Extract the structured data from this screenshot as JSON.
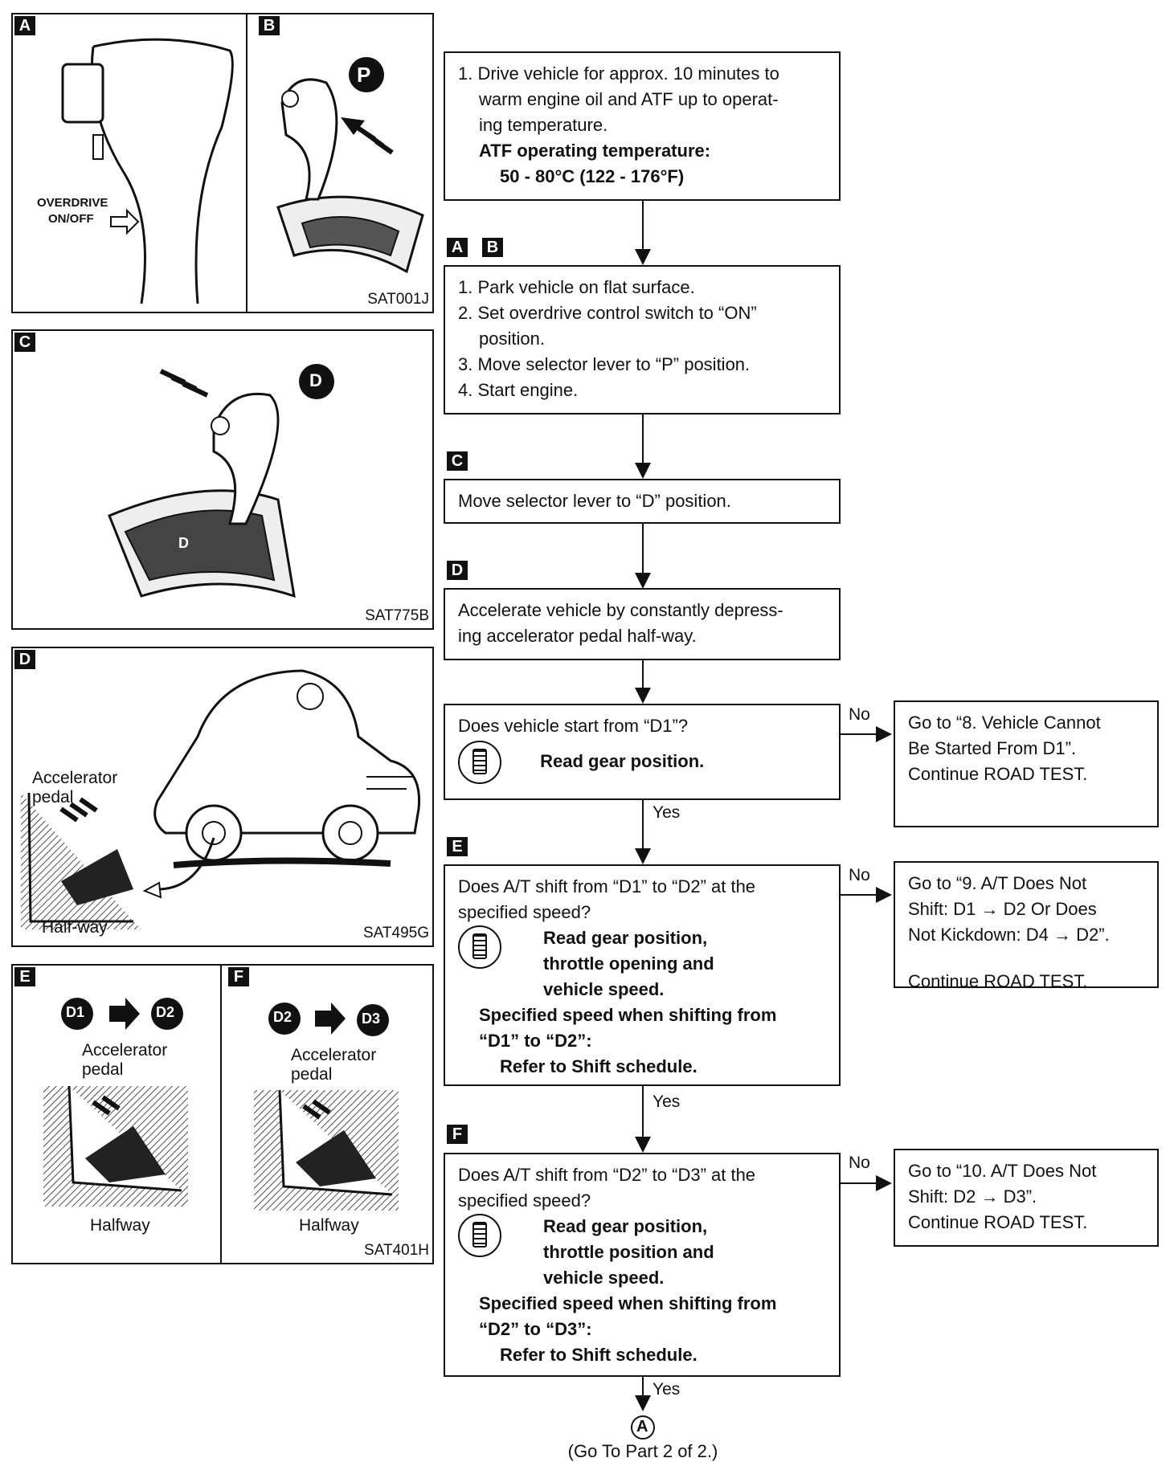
{
  "figures": {
    "fig_ab": {
      "tag_a": "A",
      "tag_b": "B",
      "overdrive_label_1": "OVERDRIVE",
      "overdrive_label_2": "ON/OFF",
      "p_badge": "P",
      "code": "SAT001J"
    },
    "fig_c": {
      "tag": "C",
      "d_badge": "D",
      "d_letter": "D",
      "code": "SAT775B"
    },
    "fig_d": {
      "tag": "D",
      "accel_1": "Accelerator",
      "accel_2": "pedal",
      "halfway": "Half-way",
      "code": "SAT495G"
    },
    "fig_ef": {
      "tag_e": "E",
      "tag_f": "F",
      "e_from": "D1",
      "e_to": "D2",
      "f_from": "D2",
      "f_to": "D3",
      "accel_1": "Accelerator",
      "accel_2": "pedal",
      "halfway": "Halfway",
      "code": "SAT401H"
    }
  },
  "flow": {
    "step1": {
      "line1": "1. Drive vehicle for approx. 10 minutes to",
      "line2": "warm engine oil and ATF up to operat-",
      "line3": "ing temperature.",
      "line4": "ATF operating temperature:",
      "line5": "50 - 80°C (122 - 176°F)"
    },
    "tags_ab": [
      "A",
      "B"
    ],
    "step2": {
      "line1": "1. Park vehicle on flat surface.",
      "line2": "2. Set overdrive control switch to “ON”",
      "line3": "position.",
      "line4": "3. Move selector lever to “P” position.",
      "line5": "4. Start engine."
    },
    "tag_c": "C",
    "step3": {
      "line1": "Move selector lever to “D” position."
    },
    "tag_d": "D",
    "step4": {
      "line1": "Accelerate vehicle by constantly depress-",
      "line2": "ing accelerator pedal half-way."
    },
    "q1": {
      "line1": "Does vehicle start from “D1”?",
      "line2": "Read gear position.",
      "no": "No",
      "yes": "Yes",
      "no_target_1": "Go to “8. Vehicle Cannot",
      "no_target_2": "Be Started From D1”.",
      "no_target_3": "Continue ROAD TEST."
    },
    "tag_e": "E",
    "q2": {
      "line1": "Does A/T shift from “D1” to “D2” at the",
      "line2": "specified speed?",
      "line3": "Read gear position,",
      "line4": "throttle opening and",
      "line5": "vehicle speed.",
      "line6": "Specified speed when shifting from",
      "line7": "“D1” to “D2”:",
      "line8": "Refer to Shift schedule.",
      "no": "No",
      "yes": "Yes",
      "no_target_1": "Go to “9. A/T Does Not",
      "no_target_2": "Shift: D1 → D2 Or Does",
      "no_target_3": "Not Kickdown: D4 → D2”.",
      "no_target_4": "Continue ROAD TEST."
    },
    "tag_f": "F",
    "q3": {
      "line1": "Does A/T shift from “D2” to “D3” at the",
      "line2": "specified speed?",
      "line3": "Read gear position,",
      "line4": "throttle position and",
      "line5": "vehicle speed.",
      "line6": "Specified speed when shifting from",
      "line7": "“D2” to “D3”:",
      "line8": "Refer to Shift schedule.",
      "no": "No",
      "yes": "Yes",
      "no_target_1": "Go to “10. A/T Does Not",
      "no_target_2": "Shift: D2 → D3”.",
      "no_target_3": "Continue ROAD TEST."
    },
    "connector": "A",
    "connector_note": "(Go To Part 2 of 2.)"
  },
  "icons": [
    "shift-lever-icon",
    "gear-position-meter-icon",
    "arrow-icon",
    "car-icon",
    "accelerator-pedal-icon"
  ]
}
